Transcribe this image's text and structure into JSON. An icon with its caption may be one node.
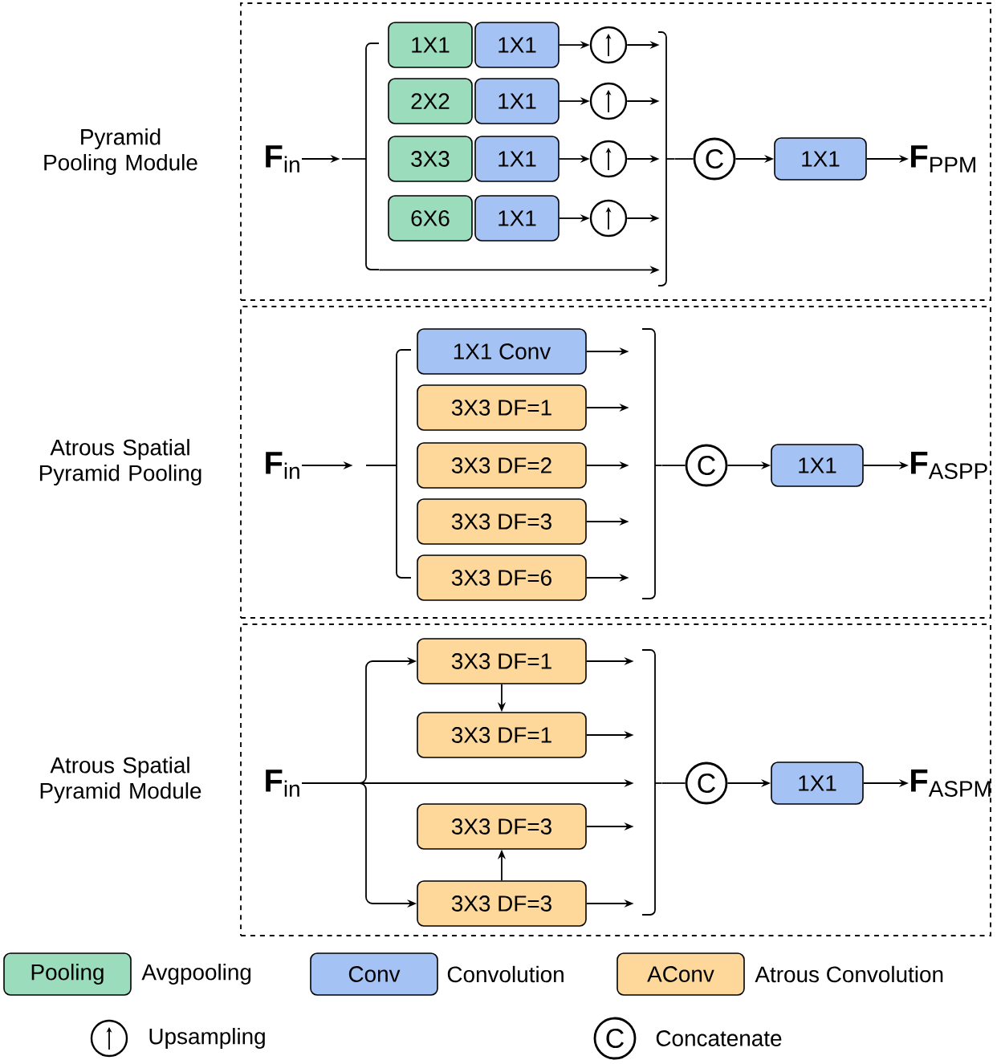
{
  "diagram": {
    "nodes": [
      {
        "text": [
          "Pyramid Pooling Module"
        ]
      },
      {
        "text": [
          "**F**$_{in}$"
        ],
        "in": 0
      },
      {
        "text": [
          "1X1"
        ],
        "in": 0
      },
      {
        "text": [
          "2X2"
        ],
        "in": 0
      },
      {
        "text": [
          "3X3"
        ],
        "in": 0
      },
      {
        "text": [
          "6X6"
        ],
        "in": 0
      },
      {
        "text": [
          "1X1"
        ],
        "in": 0
      },
      {
        "text": [
          "1X1"
        ],
        "in": 0
      },
      {
        "text": [
          "1X1"
        ],
        "in": 0
      },
      {
        "text": [
          "1X1"
        ],
        "in": 0
      },
      {
        "text": [],
        "shape": "circle",
        "in": 0
      },
      {
        "text": [],
        "shape": "circle",
        "in": 0
      },
      {
        "text": [],
        "shape": "circle",
        "in": 0
      },
      {
        "text": [],
        "shape": "circle",
        "in": 0
      },
      {
        "text": [
          "C"
        ],
        "in": 0
      },
      {
        "text": [
          "1X1"
        ],
        "in": 0
      },
      {
        "text": [
          "**F**$_{PPM}$"
        ],
        "in": 0
      },
      {
        "text": [
          "Atrous Spatial Pyramid Pooling"
        ]
      },
      {
        "text": [
          "**F**$_{in}$"
        ],
        "in": 17
      },
      {
        "text": [
          "1X1 Conv"
        ],
        "in": 17
      },
      {
        "text": [
          "3X3 DF=1"
        ],
        "in": 17
      },
      {
        "text": [
          "3X3 DF=2"
        ],
        "in": 17
      },
      {
        "text": [
          "3X3 DF=3"
        ],
        "in": 17
      },
      {
        "text": [
          "3X3 DF=6"
        ],
        "in": 17
      },
      {
        "text": [
          "C"
        ],
        "in": 17
      },
      {
        "text": [
          "1X1"
        ],
        "in": 17
      },
      {
        "text": [
          "**F**$_{ASPP}$"
        ],
        "in": 17
      },
      {
        "text": [
          "Atrous Spatial Pyramid Module"
        ]
      },
      {
        "text": [
          "**F**$_{in}$"
        ],
        "in": 27
      },
      {
        "text": [
          "3X3 DF=1"
        ],
        "in": 27
      },
      {
        "text": [
          "3X3 DF=1"
        ],
        "in": 27
      },
      {
        "text": [
          "3X3 DF=3"
        ],
        "in": 27
      },
      {
        "text": [
          "3X3 DF=3"
        ],
        "in": 27
      },
      {
        "text": [
          "C"
        ],
        "in": 27
      },
      {
        "text": [
          "1X1"
        ],
        "in": 27
      },
      {
        "text": [
          "**F**$_{ASPM}$"
        ],
        "in": 27
      },
      {
        "text": [],
        "shape": "bracket",
        "in": 0
      },
      {
        "text": [],
        "shape": "bracket",
        "in": 0
      },
      {
        "text": [],
        "shape": "bracket",
        "in": 17
      },
      {
        "text": [],
        "shape": "bracket",
        "in": 17
      },
      {
        "text": [],
        "shape": "bracket",
        "in": 27
      }
    ],
    "edges": [
      {
        "from": 1,
        "to": 36,
        "arrow": "to"
      },
      {
        "from": 36,
        "to": 37,
        "arrow": "to"
      },
      {
        "from": 6,
        "to": 10,
        "arrow": "to"
      },
      {
        "from": 7,
        "to": 11,
        "arrow": "to"
      },
      {
        "from": 8,
        "to": 12,
        "arrow": "to"
      },
      {
        "from": 9,
        "to": 13,
        "arrow": "to"
      },
      {
        "from": 10,
        "to": 37,
        "arrow": "to"
      },
      {
        "from": 11,
        "to": 37,
        "arrow": "to"
      },
      {
        "from": 12,
        "to": 37,
        "arrow": "to"
      },
      {
        "from": 13,
        "to": 37,
        "arrow": "to"
      },
      {
        "from": 37,
        "to": 14,
        "arrow": "none"
      },
      {
        "from": 14,
        "to": 15,
        "arrow": "to"
      },
      {
        "from": 15,
        "to": 16,
        "arrow": "to"
      },
      {
        "from": 18,
        "to": 38,
        "arrow": "to"
      },
      {
        "from": 19,
        "to": 39,
        "arrow": "to"
      },
      {
        "from": 20,
        "to": 39,
        "arrow": "to"
      },
      {
        "from": 21,
        "to": 39,
        "arrow": "to"
      },
      {
        "from": 22,
        "to": 39,
        "arrow": "to"
      },
      {
        "from": 23,
        "to": 39,
        "arrow": "to"
      },
      {
        "from": 39,
        "to": 24,
        "arrow": "none"
      },
      {
        "from": 24,
        "to": 25,
        "arrow": "to"
      },
      {
        "from": 25,
        "to": 26,
        "arrow": "to"
      },
      {
        "from": 28,
        "to": 29,
        "arrow": "to"
      },
      {
        "from": 28,
        "to": 32,
        "arrow": "to"
      },
      {
        "from": 28,
        "to": 40,
        "arrow": "to"
      },
      {
        "from": 29,
        "to": 30,
        "arrow": "to"
      },
      {
        "from": 32,
        "to": 31,
        "arrow": "to"
      },
      {
        "from": 29,
        "to": 40,
        "arrow": "to"
      },
      {
        "from": 30,
        "to": 40,
        "arrow": "to"
      },
      {
        "from": 31,
        "to": 40,
        "arrow": "to"
      },
      {
        "from": 32,
        "to": 40,
        "arrow": "to"
      },
      {
        "from": 40,
        "to": 33,
        "arrow": "none"
      },
      {
        "from": 33,
        "to": 34,
        "arrow": "to"
      },
      {
        "from": 34,
        "to": 35,
        "arrow": "to"
      }
    ],
    "labels": [
      "Pooling",
      "Conv",
      "AConv",
      "C"
    ],
    "legend": [
      {
        "text": "Avgpooling",
        "color": "#9adcbb"
      },
      {
        "text": "Convolution",
        "color": "#a4c2f4"
      },
      {
        "text": "Atrous Convolution",
        "color": "#fed79b"
      },
      {
        "text": "Upsampling"
      },
      {
        "text": "Concatenate"
      }
    ]
  }
}
